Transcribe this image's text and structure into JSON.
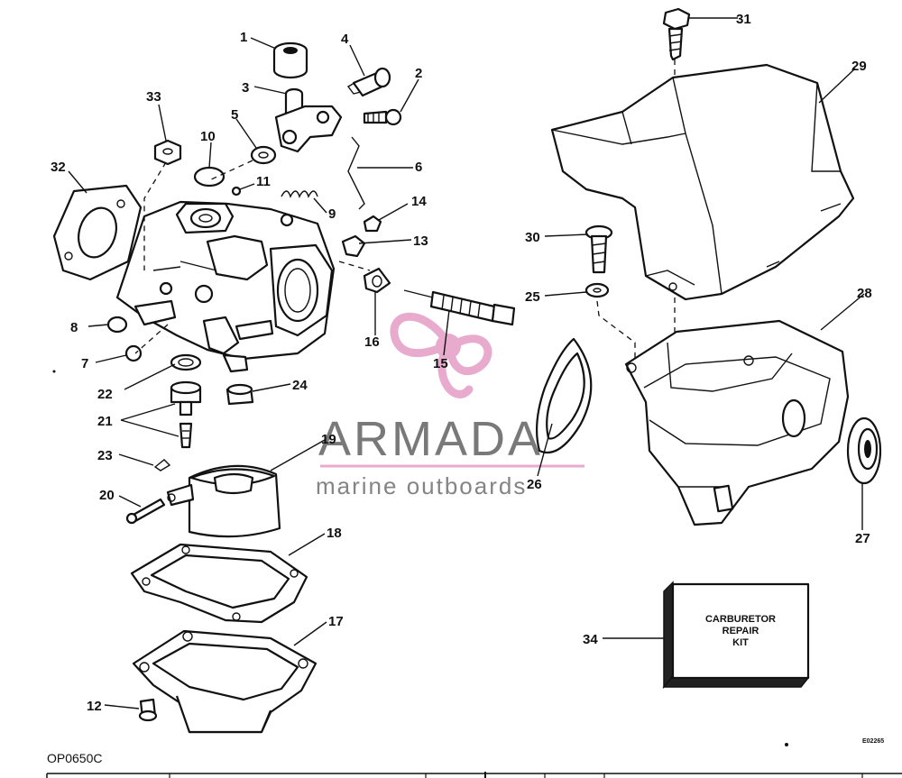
{
  "diagram_code": "OP0650C",
  "serial_mark": "E02265",
  "watermark": {
    "brand": "ARMADA",
    "tagline": "marine outboards"
  },
  "kit_box": {
    "line1": "CARBURETOR",
    "line2": "REPAIR",
    "line3": "KIT"
  },
  "callouts": [
    "1",
    "2",
    "3",
    "4",
    "5",
    "6",
    "7",
    "8",
    "9",
    "10",
    "11",
    "12",
    "13",
    "14",
    "15",
    "16",
    "17",
    "18",
    "19",
    "20",
    "21",
    "22",
    "23",
    "24",
    "25",
    "26",
    "27",
    "28",
    "29",
    "30",
    "31",
    "32",
    "33",
    "34"
  ],
  "colors": {
    "ink": "#111111",
    "watermark_pink": "#e6a3c8",
    "watermark_grey": "#6b6b6b"
  }
}
